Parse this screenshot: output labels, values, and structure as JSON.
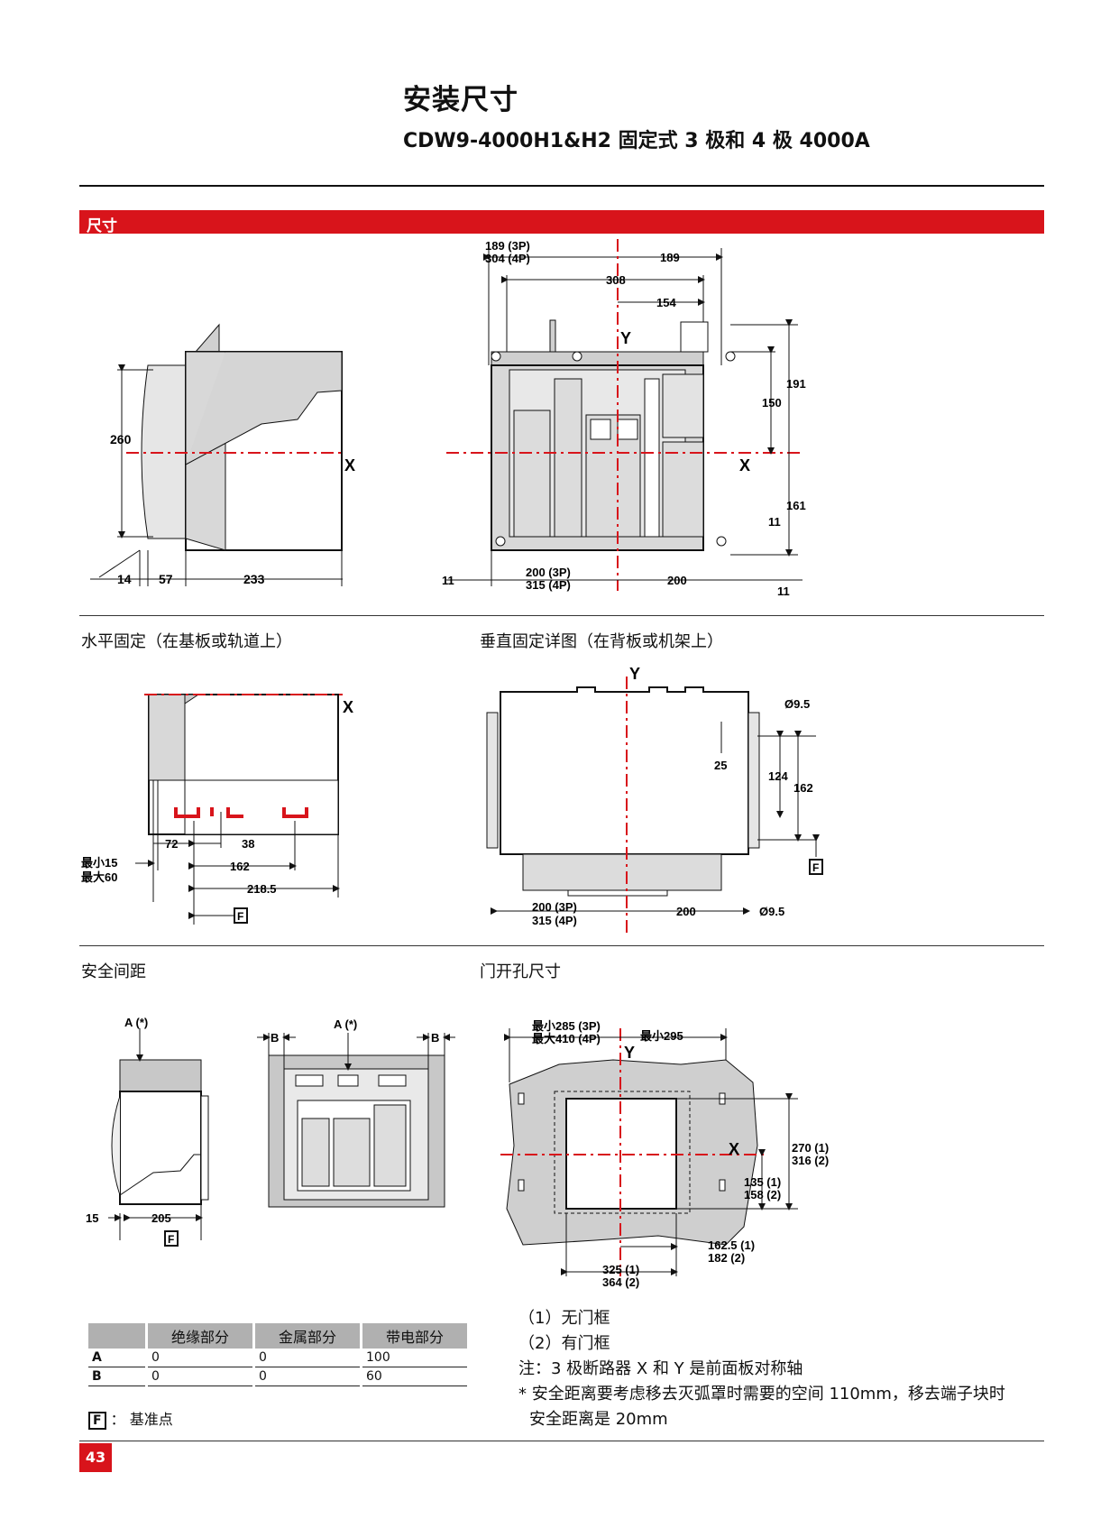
{
  "header": {
    "title": "安装尺寸",
    "subtitle": "CDW9-4000H1&H2 固定式 3 极和 4 极 4000A"
  },
  "section_bar": "尺寸",
  "captions": {
    "horizontal": "水平固定（在基板或轨道上）",
    "vertical": "垂直固定详图（在背板或机架上）",
    "safety": "安全间距",
    "door": "门开孔尺寸"
  },
  "axis": {
    "x": "X",
    "y": "Y"
  },
  "dims_top_left": {
    "d260": "260",
    "d14": "14",
    "d57": "57",
    "d233": "233"
  },
  "dims_top_right": {
    "w3p": "189 (3P)",
    "w4p": "304 (4P)",
    "w189": "189",
    "w308": "308",
    "w154": "154",
    "h191": "191",
    "h150": "150",
    "h161": "161",
    "h11a": "11",
    "b11": "11",
    "b200_3p": "200 (3P)",
    "b315_4p": "315 (4P)",
    "b200": "200",
    "b11b": "11"
  },
  "dims_horizontal": {
    "d72": "72",
    "d38": "38",
    "d162": "162",
    "d2185": "218.5",
    "min15": "最小15",
    "max60": "最大60"
  },
  "dims_vertical": {
    "phi1": "Ø9.5",
    "d25": "25",
    "d124": "124",
    "d162": "162",
    "b200_3p": "200 (3P)",
    "b315_4p": "315 (4P)",
    "b200": "200",
    "phi2": "Ø9.5"
  },
  "dims_safety": {
    "a1": "A (*)",
    "a2": "A (*)",
    "b1": "B",
    "b2": "B",
    "d15": "15",
    "d205": "205"
  },
  "dims_door": {
    "min285": "最小285 (3P)",
    "max410": "最大410 (4P)",
    "min295": "最小295",
    "h270": "270 (1)",
    "h316": "316 (2)",
    "h135": "135 (1)",
    "h158": "158 (2)",
    "b1625": "162.5 (1)",
    "b182": "182 (2)",
    "b325": "325 (1)",
    "b364": "364 (2)"
  },
  "datum_symbol": "F",
  "clearance_table": {
    "headers": [
      "",
      "绝缘部分",
      "金属部分",
      "带电部分"
    ],
    "rows": [
      [
        "A",
        "0",
        "0",
        "100"
      ],
      [
        "B",
        "0",
        "0",
        "60"
      ]
    ]
  },
  "legend": {
    "symbol": "F",
    "label": "：  基准点"
  },
  "notes": [
    "（1）无门框",
    "（2）有门框",
    "注：3 极断路器 X 和 Y 是前面板对称轴",
    "* 安全距离要考虑移去灭弧罩时需要的空间 110mm，移去端子块时",
    "安全距离是 20mm"
  ],
  "page_number": "43",
  "colors": {
    "accent": "#d8141b",
    "panel_gray": "#cfcfcf"
  }
}
